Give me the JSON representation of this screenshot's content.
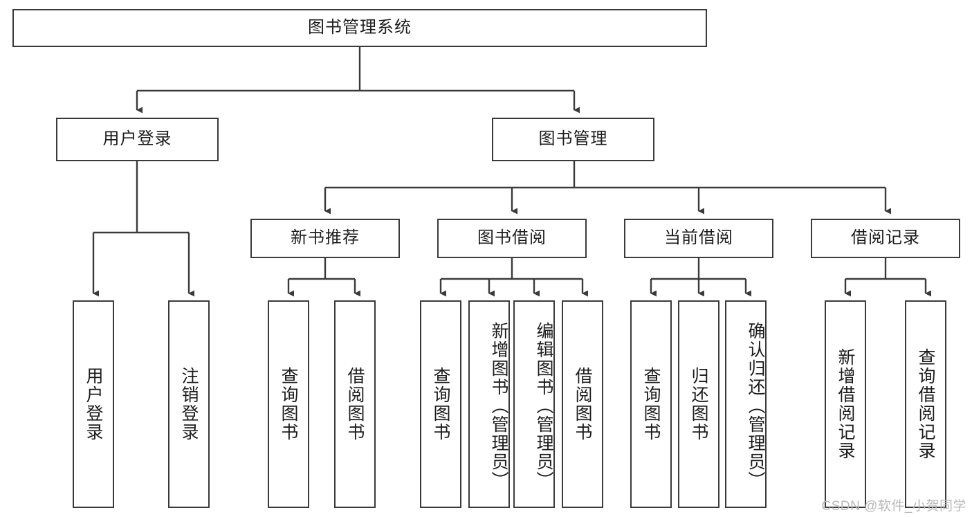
{
  "diagram": {
    "type": "tree-hierarchy",
    "root": {
      "label": "图书管理系统"
    },
    "level2": [
      {
        "label": "用户登录"
      },
      {
        "label": "图书管理"
      }
    ],
    "level3": [
      {
        "label": "新书推荐"
      },
      {
        "label": "图书借阅"
      },
      {
        "label": "当前借阅"
      },
      {
        "label": "借阅记录"
      }
    ],
    "leaves": {
      "user_login": [
        {
          "label": "用户登录"
        },
        {
          "label": "注销登录"
        }
      ],
      "new_book_recommend": [
        {
          "label": "查询图书"
        },
        {
          "label": "借阅图书"
        }
      ],
      "book_borrow": [
        {
          "label": "查询图书"
        },
        {
          "label": "新增图书（管理员）"
        },
        {
          "label": "编辑图书（管理员）"
        },
        {
          "label": "借阅图书"
        }
      ],
      "current_borrow": [
        {
          "label": "查询图书"
        },
        {
          "label": "归还图书"
        },
        {
          "label": "确认归还（管理员）"
        }
      ],
      "borrow_record": [
        {
          "label": "新增借阅记录"
        },
        {
          "label": "查询借阅记录"
        }
      ]
    },
    "watermark": "CSDN @软件_小贺同学",
    "colors": {
      "stroke": "#3a3a3a",
      "fill": "#ffffff",
      "text": "#1c1c1c",
      "watermark": "#b9b9b9"
    }
  }
}
